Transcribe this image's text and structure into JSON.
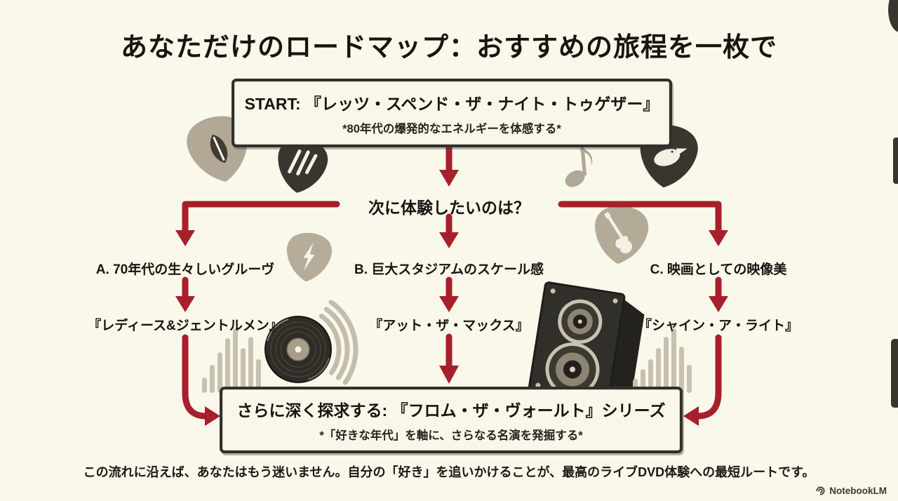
{
  "title": "あなただけのロードマップ：おすすめの旅程を一枚で",
  "flow": {
    "start": {
      "label": "START: 『レッツ・スペンド・ザ・ナイト・トゥゲザー』",
      "note": "*80年代の爆発的なエネルギーを体感する*"
    },
    "question": "次に体験したいのは？",
    "branches": [
      {
        "option": "A. 70年代の生々しいグルーヴ",
        "result": "『レディース&ジェントルメン』"
      },
      {
        "option": "B. 巨大スタジアムのスケール感",
        "result": "『アット・ザ・マックス』"
      },
      {
        "option": "C. 映画としての映像美",
        "result": "『シャイン・ア・ライト』"
      }
    ],
    "final": {
      "label": "さらに深く探求する: 『フロム・ザ・ヴォールト』シリーズ",
      "note": "*「好きな年代」を軸に、さらなる名演を発掘する*"
    }
  },
  "footer": "この流れに沿えば、あなたはもう迷いません。自分の「好き」を追いかけることが、最高のライブDVD体験への最短ルートです。",
  "branding": {
    "label": "NotebookLM",
    "icon": "notebooklm-swirl-icon"
  },
  "colors": {
    "background": "#faf7eb",
    "ink": "#17150f",
    "arrow_red": "#a6202b",
    "box_border": "#32302a",
    "decoration_tan": "#b2a896",
    "decoration_dark": "#393630",
    "equalizer_gray": "#c8c1b0"
  },
  "decorations": {
    "icons": [
      "guitar-pick-lips-icon",
      "guitar-pick-stripes-icon",
      "music-note-icon",
      "guitar-pick-dove-icon",
      "guitar-pick-lightning-icon",
      "guitar-pick-guitar-icon",
      "vinyl-record-icon",
      "sound-waves-icon",
      "equalizer-bars-icon",
      "speaker-icon"
    ]
  }
}
